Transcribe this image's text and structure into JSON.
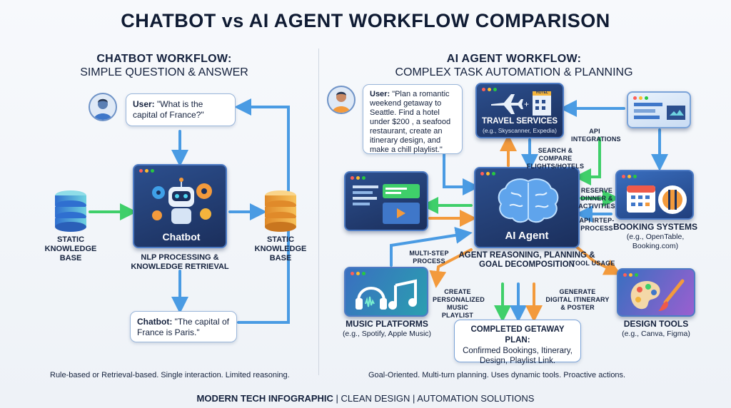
{
  "title": "CHATBOT vs AI AGENT WORKFLOW COMPARISON",
  "chatbot": {
    "heading": "CHATBOT WORKFLOW:",
    "subheading": "SIMPLE QUESTION & ANSWER",
    "user_prefix": "User:",
    "user_message": "\"What is the capital of France?\"",
    "kb_left": "STATIC KNOWLEDGE BASE",
    "kb_right": "STATIC KNOWLEDGE BASE",
    "center_label": "Chatbot",
    "process_caption": "NLP PROCESSING & KNOWLEDGE RETRIEVAL",
    "reply_prefix": "Chatbot:",
    "reply_message": "\"The capital of France is Paris.\"",
    "footer": "Rule-based or Retrieval-based. Single interaction. Limited reasoning."
  },
  "agent": {
    "heading": "AI AGENT WORKFLOW:",
    "subheading": "COMPLEX TASK AUTOMATION & PLANNING",
    "user_prefix": "User:",
    "user_message": "\"Plan a romantic weekend getaway to Seattle. Find a hotel under $200 , a seafood restaurant, create an itinerary design, and make a chill playlist.\"",
    "travel_title": "TRAVEL SERVICES",
    "travel_sub": "(e.g., Skyscanner, Expedia)",
    "hotel_sign": "HOTEL",
    "center_label": "AI Agent",
    "center_caption": "AGENT REASONING, PLANNING & GOAL DECOMPOSITION",
    "booking_title": "BOOKING SYSTEMS",
    "booking_sub": "(e.g., OpenTable, Booking.com)",
    "music_title": "MUSIC PLATFORMS",
    "music_sub": "(e.g., Spotify, Apple Music)",
    "design_title": "DESIGN TOOLS",
    "design_sub": "(e.g., Canva, Figma)",
    "result_title": "COMPLETED GETAWAY PLAN:",
    "result_body": "Confirmed Bookings, Itinerary, Design, Playlist Link.",
    "labels": {
      "search": "SEARCH & COMPARE FLIGHTS/HOTELS",
      "api_integrations": "API INTEGRATIONS",
      "reserve": "RESERVE DINNER & ACTIVITIES",
      "api_process": "API IRTEP-PROCESS",
      "multistep": "MULTI-STEP PROCESS",
      "tool_usage": "TOOL USAGE",
      "create_music": "CREATE PERSONALIZED MUSIC PLAYLIST",
      "generate": "GENERATE DIGITAL ITINERARY & POSTER"
    },
    "footer": "Goal-Oriented. Multi-turn planning. Uses dynamic tools. Proactive actions."
  },
  "bottom": {
    "bold": "MODERN TECH INFOGRAPHIC",
    "rest": " | CLEAN DESIGN  | AUTOMATION SOLUTIONS"
  },
  "colors": {
    "arrow_blue": "#4a9be3",
    "arrow_green": "#3fcf6a",
    "arrow_orange": "#f39a3c",
    "panel_dark": "#1b2f5c"
  }
}
